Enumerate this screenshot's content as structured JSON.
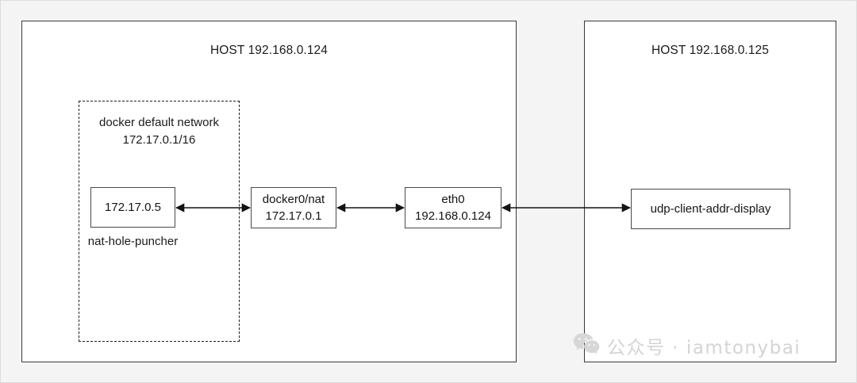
{
  "diagram": {
    "type": "network-topology",
    "background_color": "#f4f4f4",
    "hosts": [
      {
        "id": "host-left",
        "title": "HOST 192.168.0.124",
        "network": {
          "label_line1": "docker default network",
          "label_line2": "172.17.0.1/16",
          "border_style": "dashed"
        },
        "nodes": [
          {
            "id": "node-container",
            "line1": "172.17.0.5",
            "line2": "",
            "caption": "nat-hole-puncher"
          },
          {
            "id": "node-docker0",
            "line1": "docker0/nat",
            "line2": "172.17.0.1",
            "caption": ""
          },
          {
            "id": "node-eth0",
            "line1": "eth0",
            "line2": "192.168.0.124",
            "caption": ""
          }
        ]
      },
      {
        "id": "host-right",
        "title": "HOST 192.168.0.125",
        "nodes": [
          {
            "id": "node-udp",
            "line1": "udp-client-addr-display",
            "line2": "",
            "caption": ""
          }
        ]
      }
    ],
    "connections": [
      {
        "from": "node-container",
        "to": "node-docker0",
        "arrow": "double"
      },
      {
        "from": "node-docker0",
        "to": "node-eth0",
        "arrow": "double"
      },
      {
        "from": "node-eth0",
        "to": "node-udp",
        "arrow": "double"
      }
    ],
    "stroke_color": "#1b1b1b"
  },
  "watermark": {
    "icon": "wechat-icon",
    "text": "公众号 · iamtonybai",
    "color": "#d4d4d4"
  }
}
